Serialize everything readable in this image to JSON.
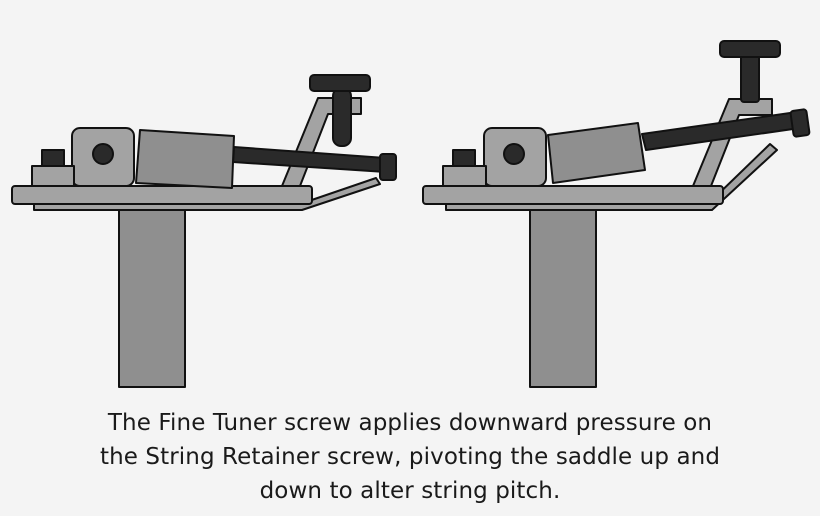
{
  "caption": {
    "line1": "The Fine Tuner screw applies downward pressure on",
    "line2": "the String Retainer screw, pivoting the saddle up and",
    "line3": "down to alter string pitch."
  },
  "colors": {
    "background": "#f4f4f4",
    "body_gray": "#8f8f8f",
    "plate_gray": "#a3a3a3",
    "dark": "#2a2a2a",
    "outline": "#111111"
  },
  "diagrams": [
    {
      "name": "saddle-down-position"
    },
    {
      "name": "saddle-up-position"
    }
  ]
}
